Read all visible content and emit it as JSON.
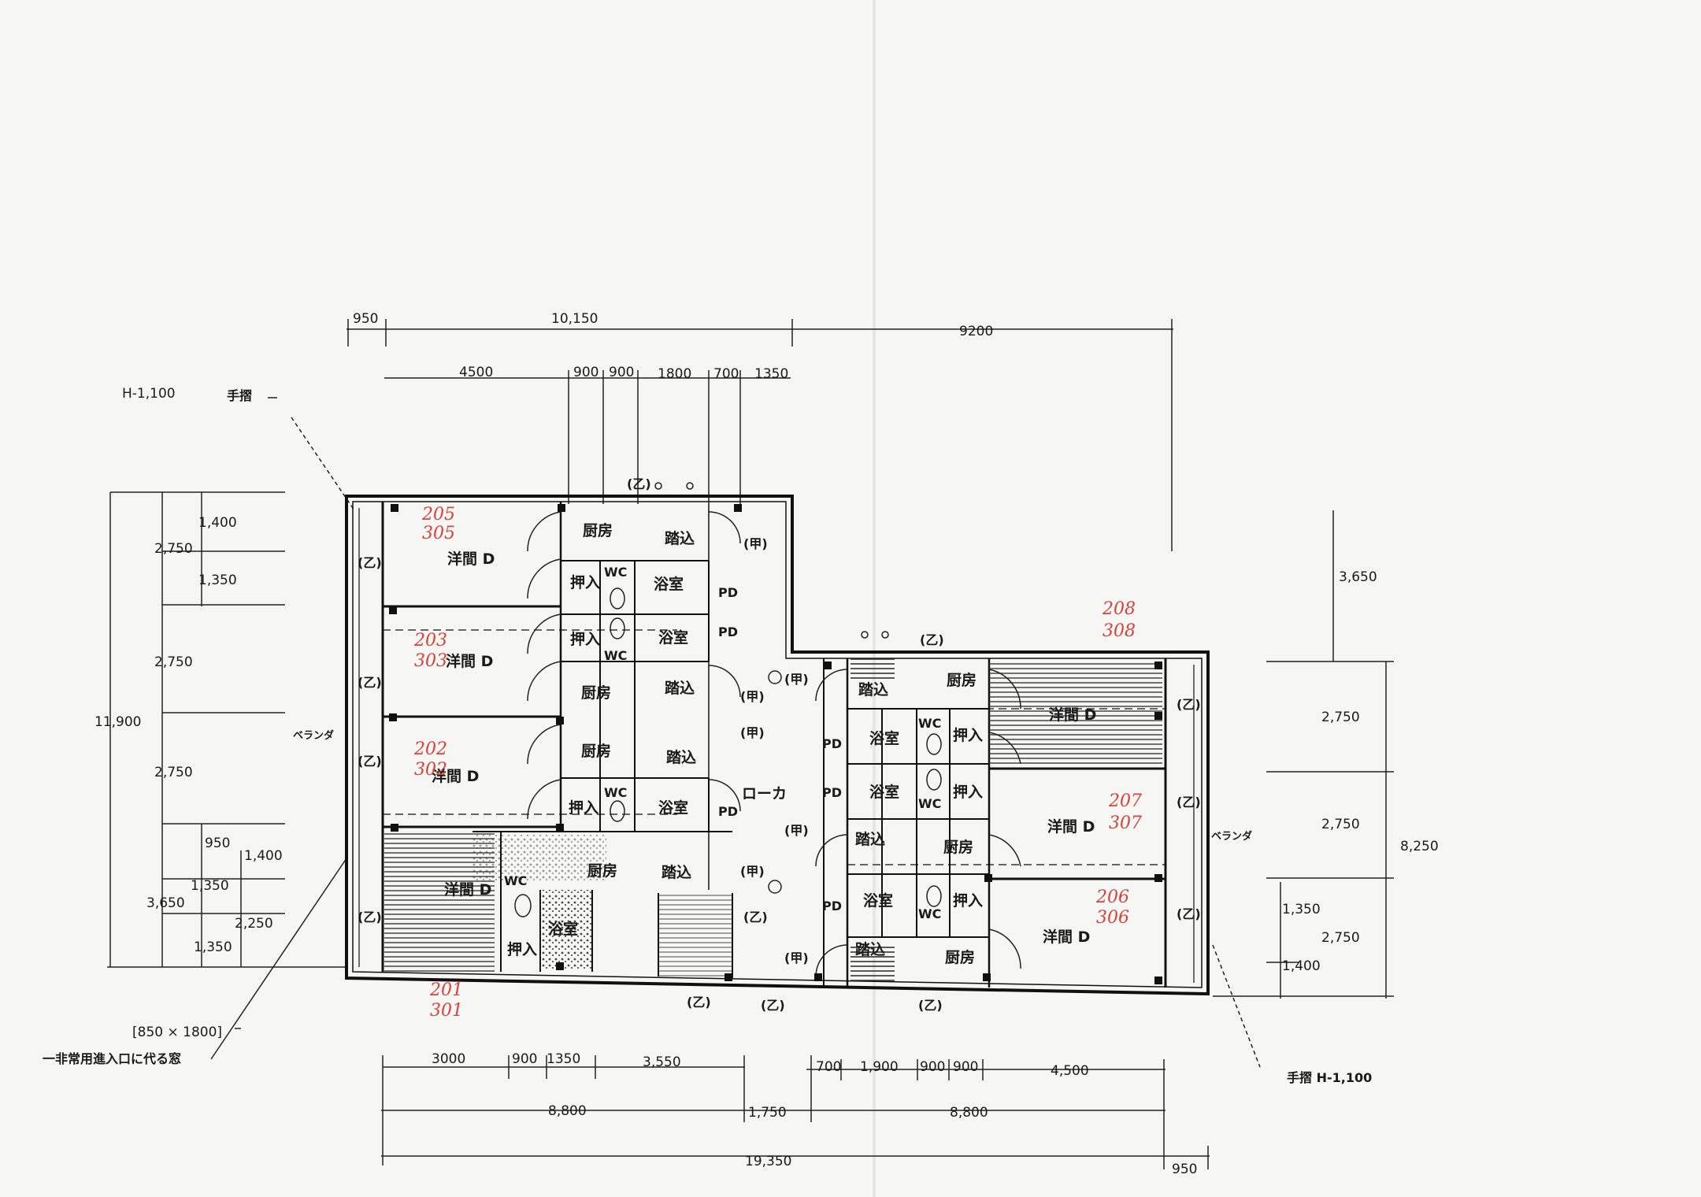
{
  "dims_top_outer": [
    "950",
    "10,150",
    "9200"
  ],
  "dims_top_inner": [
    "4500",
    "900",
    "900",
    "1800",
    "700",
    "1350"
  ],
  "dims_left": [
    "1,400",
    "2,750",
    "1,350",
    "2,750",
    "11,900",
    "2,750",
    "950",
    "1,400",
    "1,350",
    "3,650",
    "2,250",
    "1,350"
  ],
  "dims_right": [
    "3,650",
    "2,750",
    "2,750",
    "8,250",
    "1,350",
    "2,750",
    "1,400"
  ],
  "dims_bottom_1": [
    "3000",
    "900",
    "1350",
    "3,550"
  ],
  "dims_bottom_2": [
    "700",
    "1,900",
    "900",
    "900",
    "4,500"
  ],
  "dims_bottom_3": [
    "8,800",
    "1,750",
    "8,800"
  ],
  "dims_bottom_4": [
    "19,350",
    "950"
  ],
  "labels": {
    "handrail_left_height": "H-1,100",
    "handrail_left": "手摺",
    "handrail_right": "手摺 H-1,100",
    "window_size": "[850 × 1800]",
    "window_note": "一非常用進入口に代る窓",
    "veranda_left": "ベランダ",
    "veranda_right": "ベランダ",
    "corridor": "ローカ"
  },
  "rooms": {
    "western": "洋間 D",
    "kitchen": "厨房",
    "entry": "踏込",
    "closet": "押入",
    "wc": "WC",
    "bath": "浴室",
    "pd": "PD",
    "door_a": "(甲)",
    "door_b": "(乙)"
  },
  "room_numbers": [
    {
      "upper": "205",
      "lower": "305"
    },
    {
      "upper": "203",
      "lower": "303"
    },
    {
      "upper": "202",
      "lower": "302"
    },
    {
      "upper": "201",
      "lower": "301"
    },
    {
      "upper": "208",
      "lower": "308"
    },
    {
      "upper": "207",
      "lower": "307"
    },
    {
      "upper": "206",
      "lower": "306"
    }
  ]
}
